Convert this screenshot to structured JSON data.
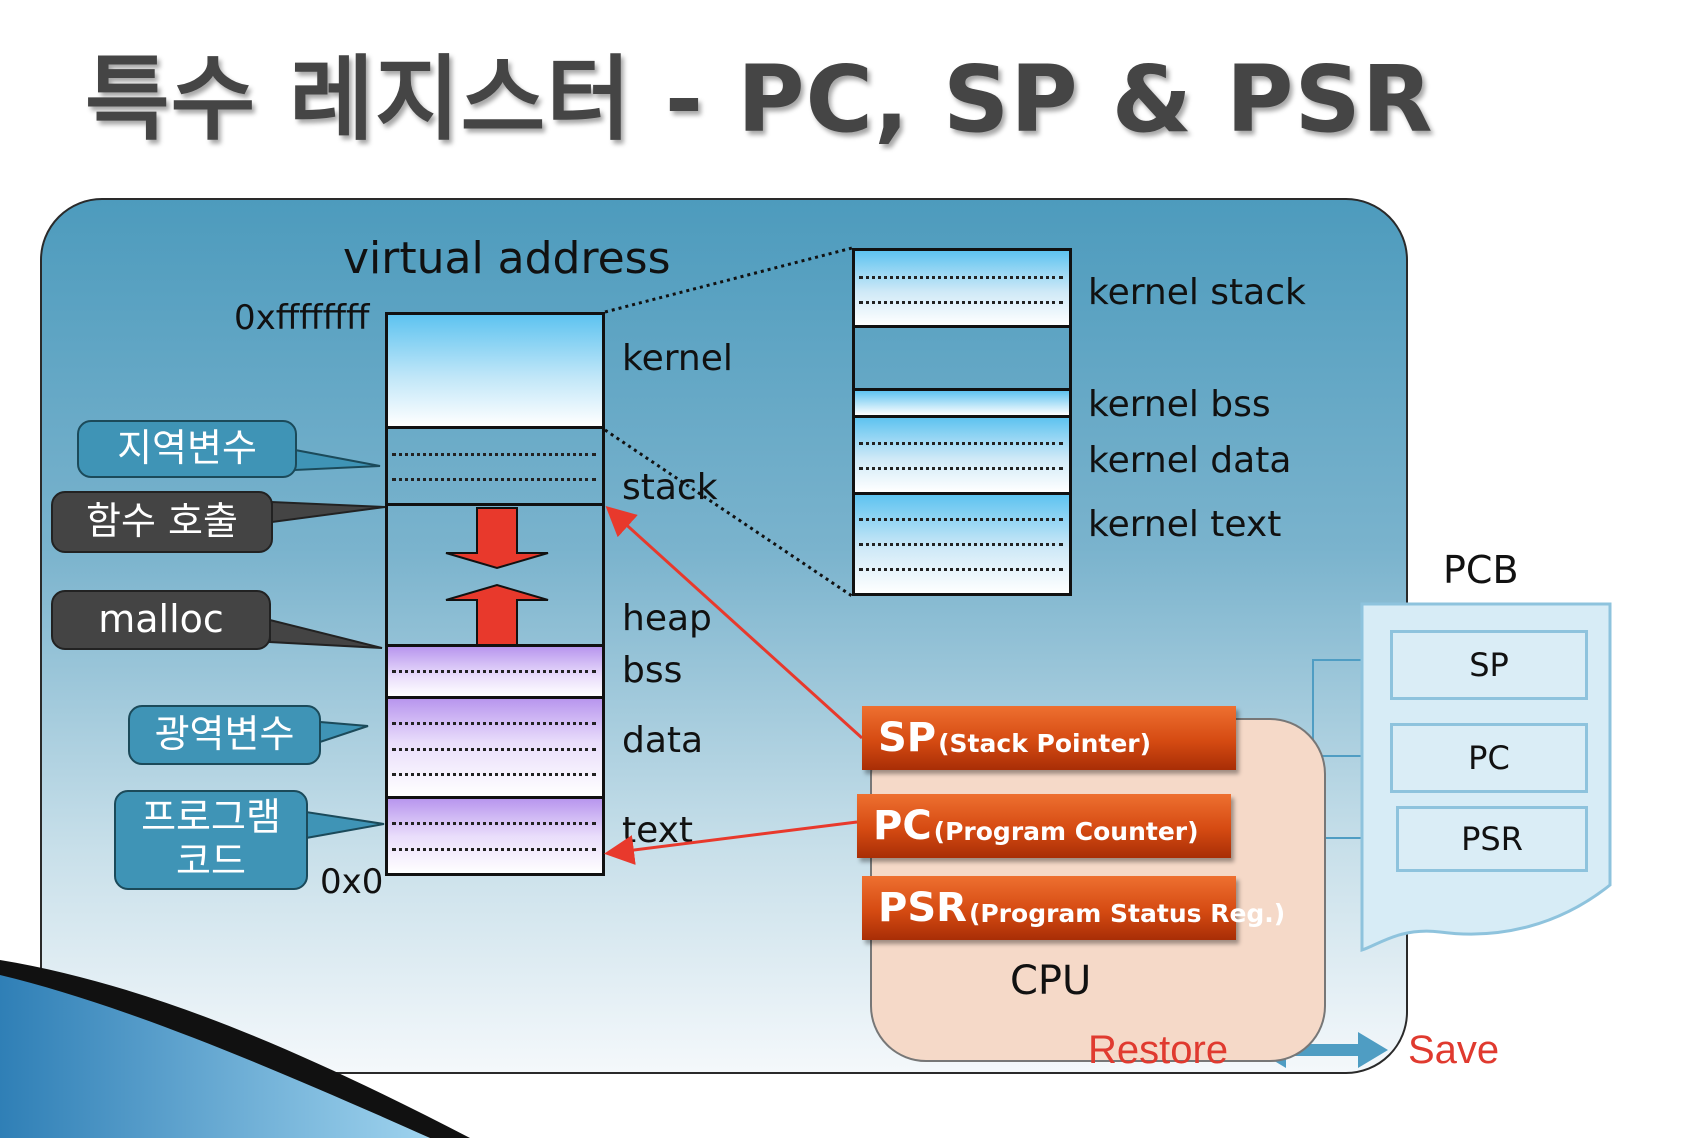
{
  "title": "특수 레지스터 - PC, SP & PSR",
  "memory": {
    "heading": "virtual address",
    "addr_top": "0xffffffff",
    "addr_bottom": "0x0",
    "segments": {
      "kernel": "kernel",
      "stack": "stack",
      "heap": "heap",
      "bss": "bss",
      "data": "data",
      "text": "text"
    }
  },
  "kernel_detail": {
    "stack": "kernel stack",
    "bss": "kernel bss",
    "data": "kernel data",
    "text": "kernel text"
  },
  "callouts": {
    "local_vars": "지역변수",
    "func_call": "함수 호출",
    "malloc": "malloc",
    "global_vars": "광역변수",
    "program_code_line1": "프로그램",
    "program_code_line2": "코드"
  },
  "cpu": {
    "label": "CPU",
    "registers": [
      {
        "abbr": "SP",
        "full": "(Stack Pointer)"
      },
      {
        "abbr": "PC",
        "full": "(Program Counter)"
      },
      {
        "abbr": "PSR",
        "full": "(Program Status Reg.)"
      }
    ]
  },
  "pcb": {
    "label": "PCB",
    "entries": [
      "SP",
      "PC",
      "PSR"
    ]
  },
  "legend": {
    "restore": "Restore",
    "save": "Save"
  },
  "colors": {
    "arrow_red": "#e8392c",
    "legend_text": "#e03a2f",
    "legend_arrow": "#4f9dc3"
  }
}
